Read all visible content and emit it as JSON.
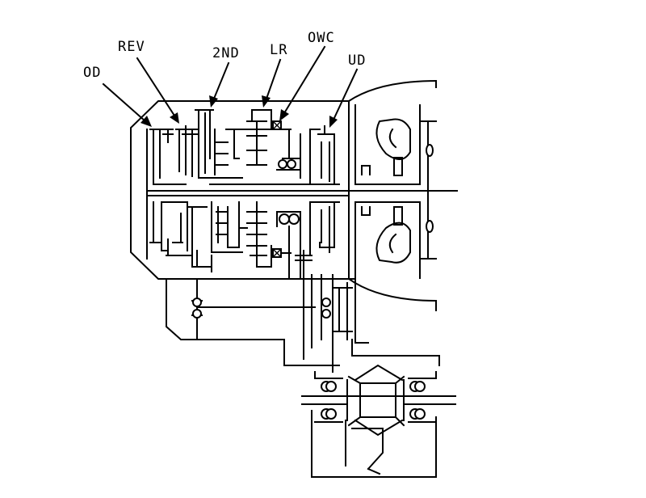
{
  "labels": {
    "od": "OD",
    "rev": "REV",
    "second": "2ND",
    "lr": "LR",
    "owc": "OWC",
    "ud": "UD"
  },
  "colors": {
    "line": "#000000",
    "background": "#ffffff"
  }
}
